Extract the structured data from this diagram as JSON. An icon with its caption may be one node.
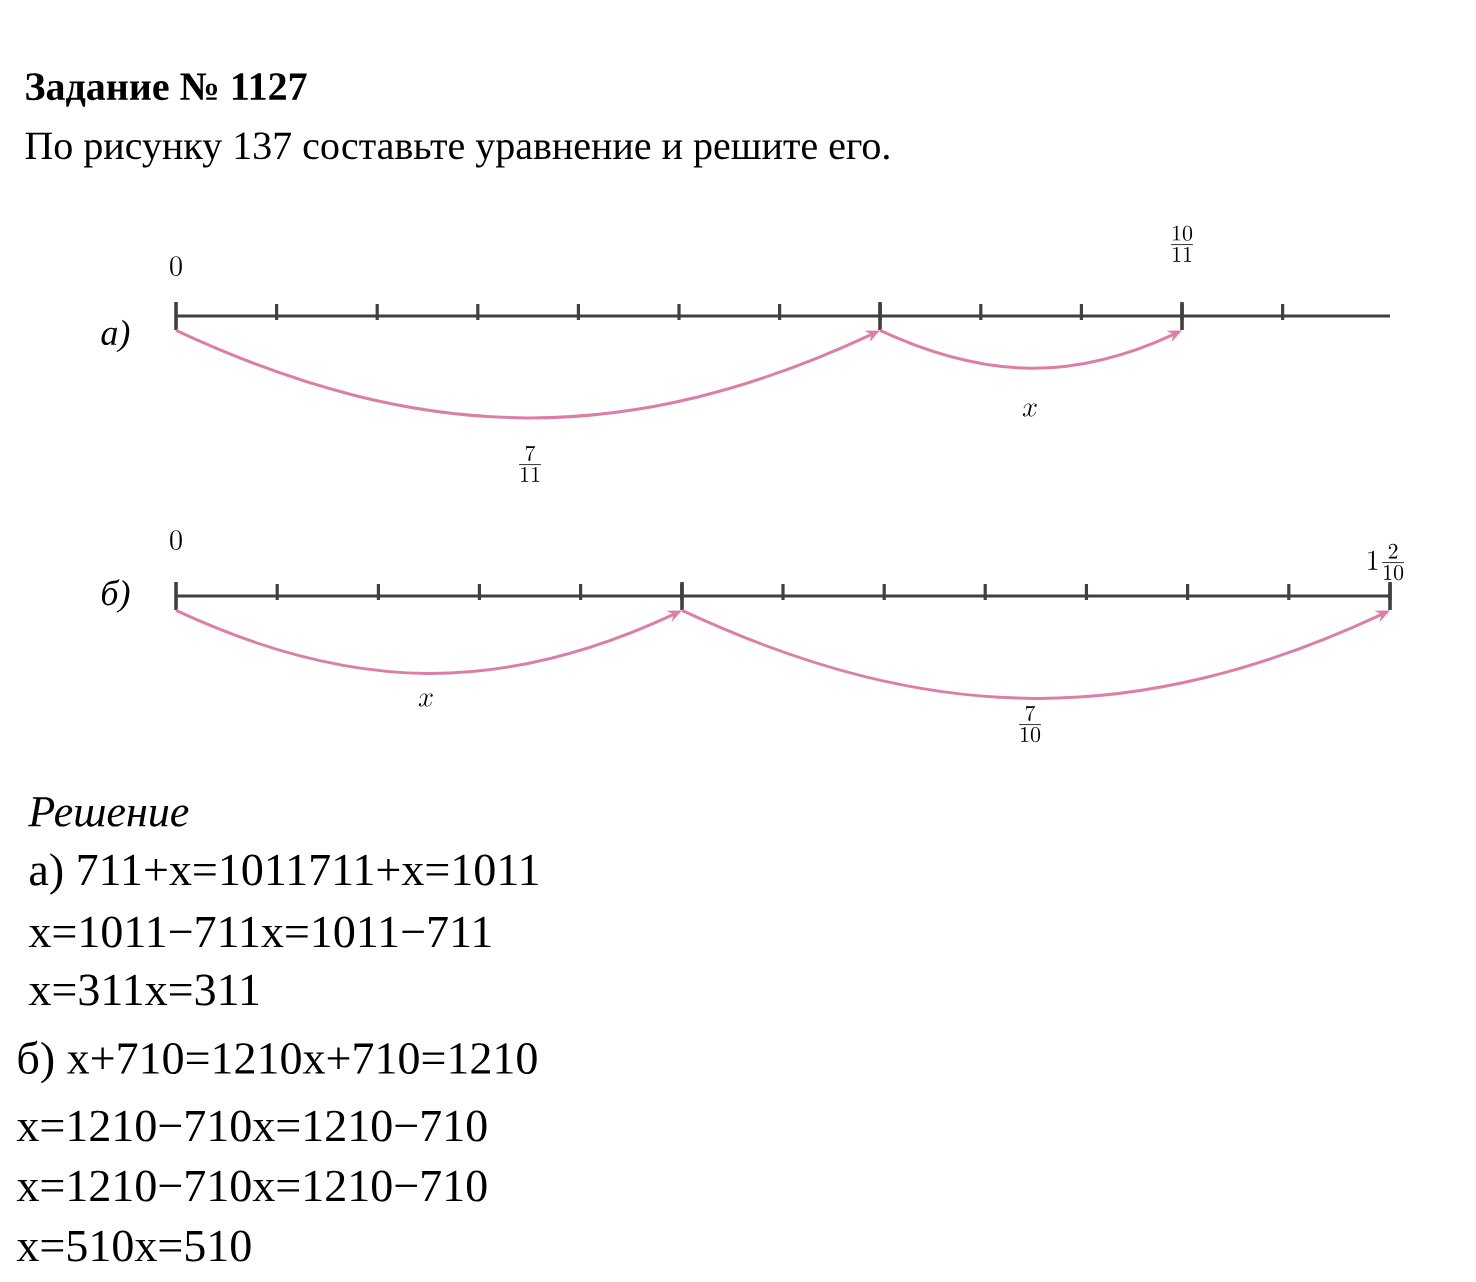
{
  "diagram": {
    "title": "Задание № 1127",
    "nodes": [
      {
        "text": [],
        "shape": "bar",
        "beside": [
          "0"
        ]
      },
      {
        "text": [],
        "shape": "bar"
      },
      {
        "text": [],
        "shape": "bar",
        "beside": [
          "\\frac{10}{11}"
        ]
      },
      {
        "text": [],
        "shape": "bar",
        "beside": [
          "0"
        ]
      },
      {
        "text": [],
        "shape": "bar"
      },
      {
        "text": [],
        "shape": "bar",
        "beside": [
          "1\\frac{2}{10}"
        ]
      }
    ],
    "edges": [
      {
        "from": 0,
        "to": 1,
        "arrow": "to",
        "label": "\\frac{7}{11}"
      },
      {
        "from": 1,
        "to": 2,
        "arrow": "to",
        "label": "x"
      },
      {
        "from": 3,
        "to": 4,
        "arrow": "to",
        "label": "x"
      },
      {
        "from": 4,
        "to": 5,
        "arrow": "to",
        "label": "\\frac{7}{10}"
      }
    ],
    "labels": [
      "По рисунку 137 составьте уравнение и решите его.",
      "а)",
      "б)",
      "Решение",
      "а) 711+x=1011711+x=1011",
      "x=1011−711x=1011−711",
      "x=311x=311",
      "б) x+710=1210x+710=1210",
      "x=1210−710x=1210−710",
      "x=1210−710x=1210−710",
      "x=510x=510"
    ]
  }
}
